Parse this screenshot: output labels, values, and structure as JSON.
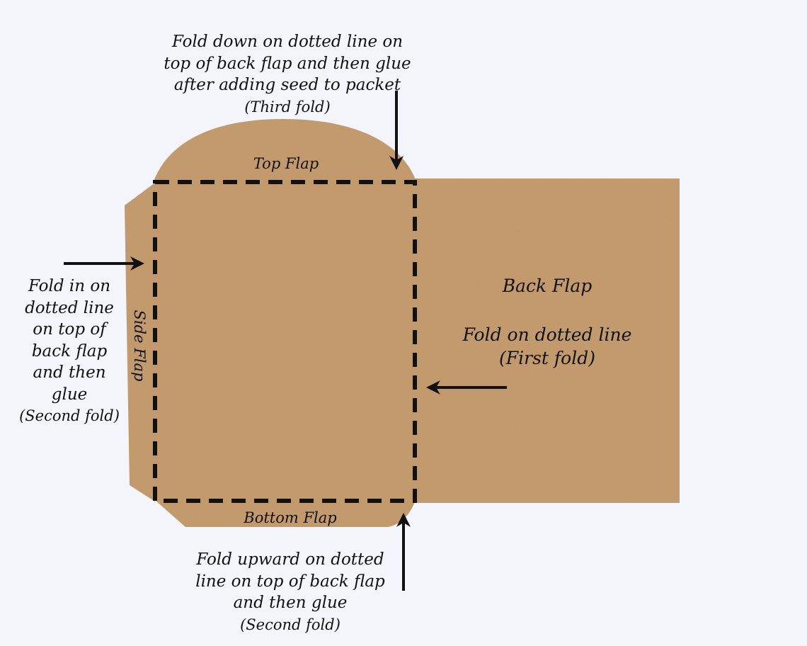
{
  "colors": {
    "background": "#f3f5fa",
    "paper": "#c49a6c",
    "paper_shadow": "#b98d5f",
    "ink": "#111111"
  },
  "panels": {
    "top_flap": "Top Flap",
    "side_flap": "Side Flap",
    "bottom_flap": "Bottom Flap",
    "back_flap": "Back Flap",
    "back_flap_instruction": [
      "Fold on dotted line",
      "(First fold)"
    ]
  },
  "annotations": {
    "top": [
      "Fold down on dotted line on",
      "top of back flap and then glue",
      "after adding seed to packet",
      "(Third fold)"
    ],
    "left": [
      "Fold in on",
      "dotted line",
      "on top of",
      "back flap",
      "and then",
      "glue",
      "(Second fold)"
    ],
    "bottom": [
      "Fold upward on dotted",
      "line on top of back flap",
      "and then glue",
      "(Second fold)"
    ]
  },
  "icons": {
    "arrow": "black-arrow-icon",
    "fold_line": "dashed-fold-line"
  }
}
